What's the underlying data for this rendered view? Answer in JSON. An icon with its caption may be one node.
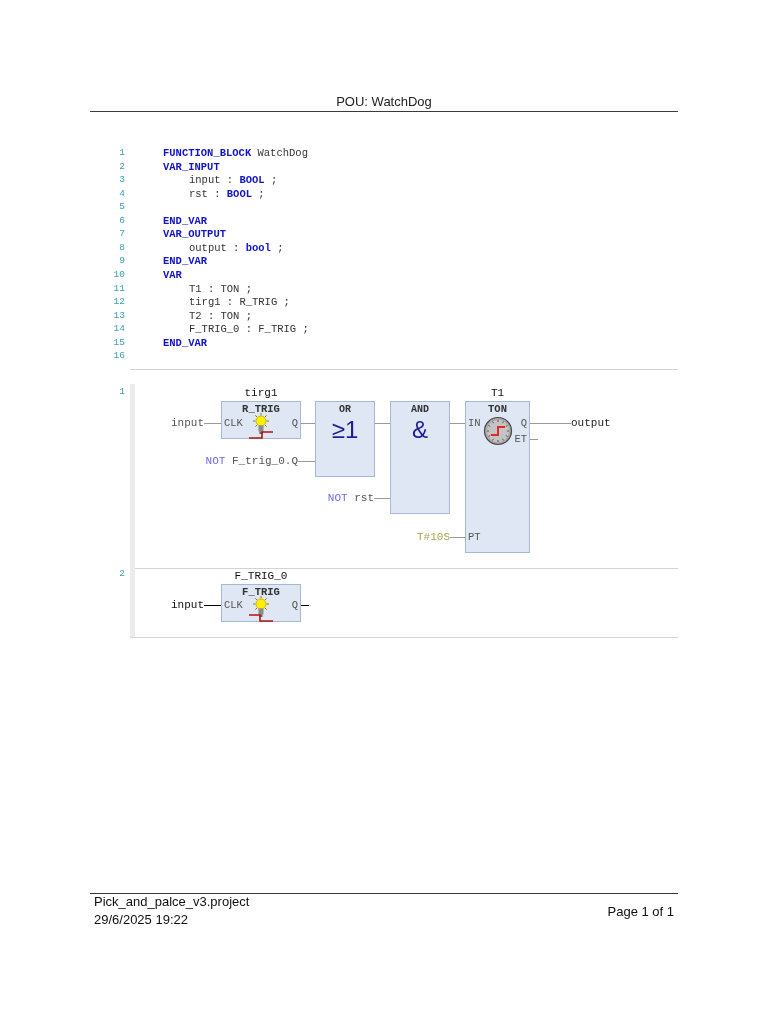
{
  "diagram": {
    "title": "POU: WatchDog",
    "nodes": [
      {
        "text": [
          "tirg1",
          "R_TRIG",
          "CLK",
          "Q"
        ]
      },
      {
        "text": [
          "input"
        ]
      },
      {
        "text": [
          "NOT F_trig_0.Q"
        ]
      },
      {
        "text": [
          "OR",
          "≥1"
        ]
      },
      {
        "text": [
          "NOT rst"
        ]
      },
      {
        "text": [
          "AND",
          "&"
        ]
      },
      {
        "text": [
          "T1",
          "TON",
          "IN",
          "Q",
          "ET",
          "PT"
        ]
      },
      {
        "text": [
          "T#10S"
        ]
      },
      {
        "text": [
          "output"
        ]
      },
      {
        "text": [
          "F_TRIG_0",
          "F_TRIG",
          "CLK",
          "Q"
        ]
      },
      {
        "text": [
          "input"
        ]
      }
    ],
    "edges": [
      {
        "from": 1,
        "to": 0,
        "arrow": "none"
      },
      {
        "from": 0,
        "to": 3,
        "arrow": "none"
      },
      {
        "from": 2,
        "to": 3,
        "arrow": "none"
      },
      {
        "from": 3,
        "to": 5,
        "arrow": "none"
      },
      {
        "from": 4,
        "to": 5,
        "arrow": "none"
      },
      {
        "from": 5,
        "to": 6,
        "arrow": "none"
      },
      {
        "from": 7,
        "to": 6,
        "arrow": "none"
      },
      {
        "from": 6,
        "to": 8,
        "arrow": "none"
      },
      {
        "from": 6,
        "to": null,
        "arrow": "none"
      },
      {
        "from": 10,
        "to": 9,
        "arrow": "none",
        "color": "#000000"
      },
      {
        "from": 9,
        "to": null,
        "arrow": "none",
        "color": "#000000"
      }
    ],
    "labels": [
      "1",
      "**FUNCTION_BLOCK** WatchDog",
      "2",
      "VAR_INPUT",
      "3",
      "input : **BOOL** ;",
      "4",
      "rst : **BOOL** ;",
      "5",
      "6",
      "END_VAR",
      "7",
      "VAR_OUTPUT",
      "8",
      "output : **bool** ;",
      "9",
      "END_VAR",
      "10",
      "VAR",
      "11",
      "T1 : TON ;",
      "12",
      "tirg1 : R_TRIG ;",
      "13",
      "T2 : TON ;",
      "14",
      "F_TRIG_0 : F_TRIG ;",
      "15",
      "END_VAR",
      "16",
      "1",
      "2",
      "Pick_and_palce_v3.project",
      "29/6/2025 19:22",
      "Page 1 of 1"
    ]
  }
}
